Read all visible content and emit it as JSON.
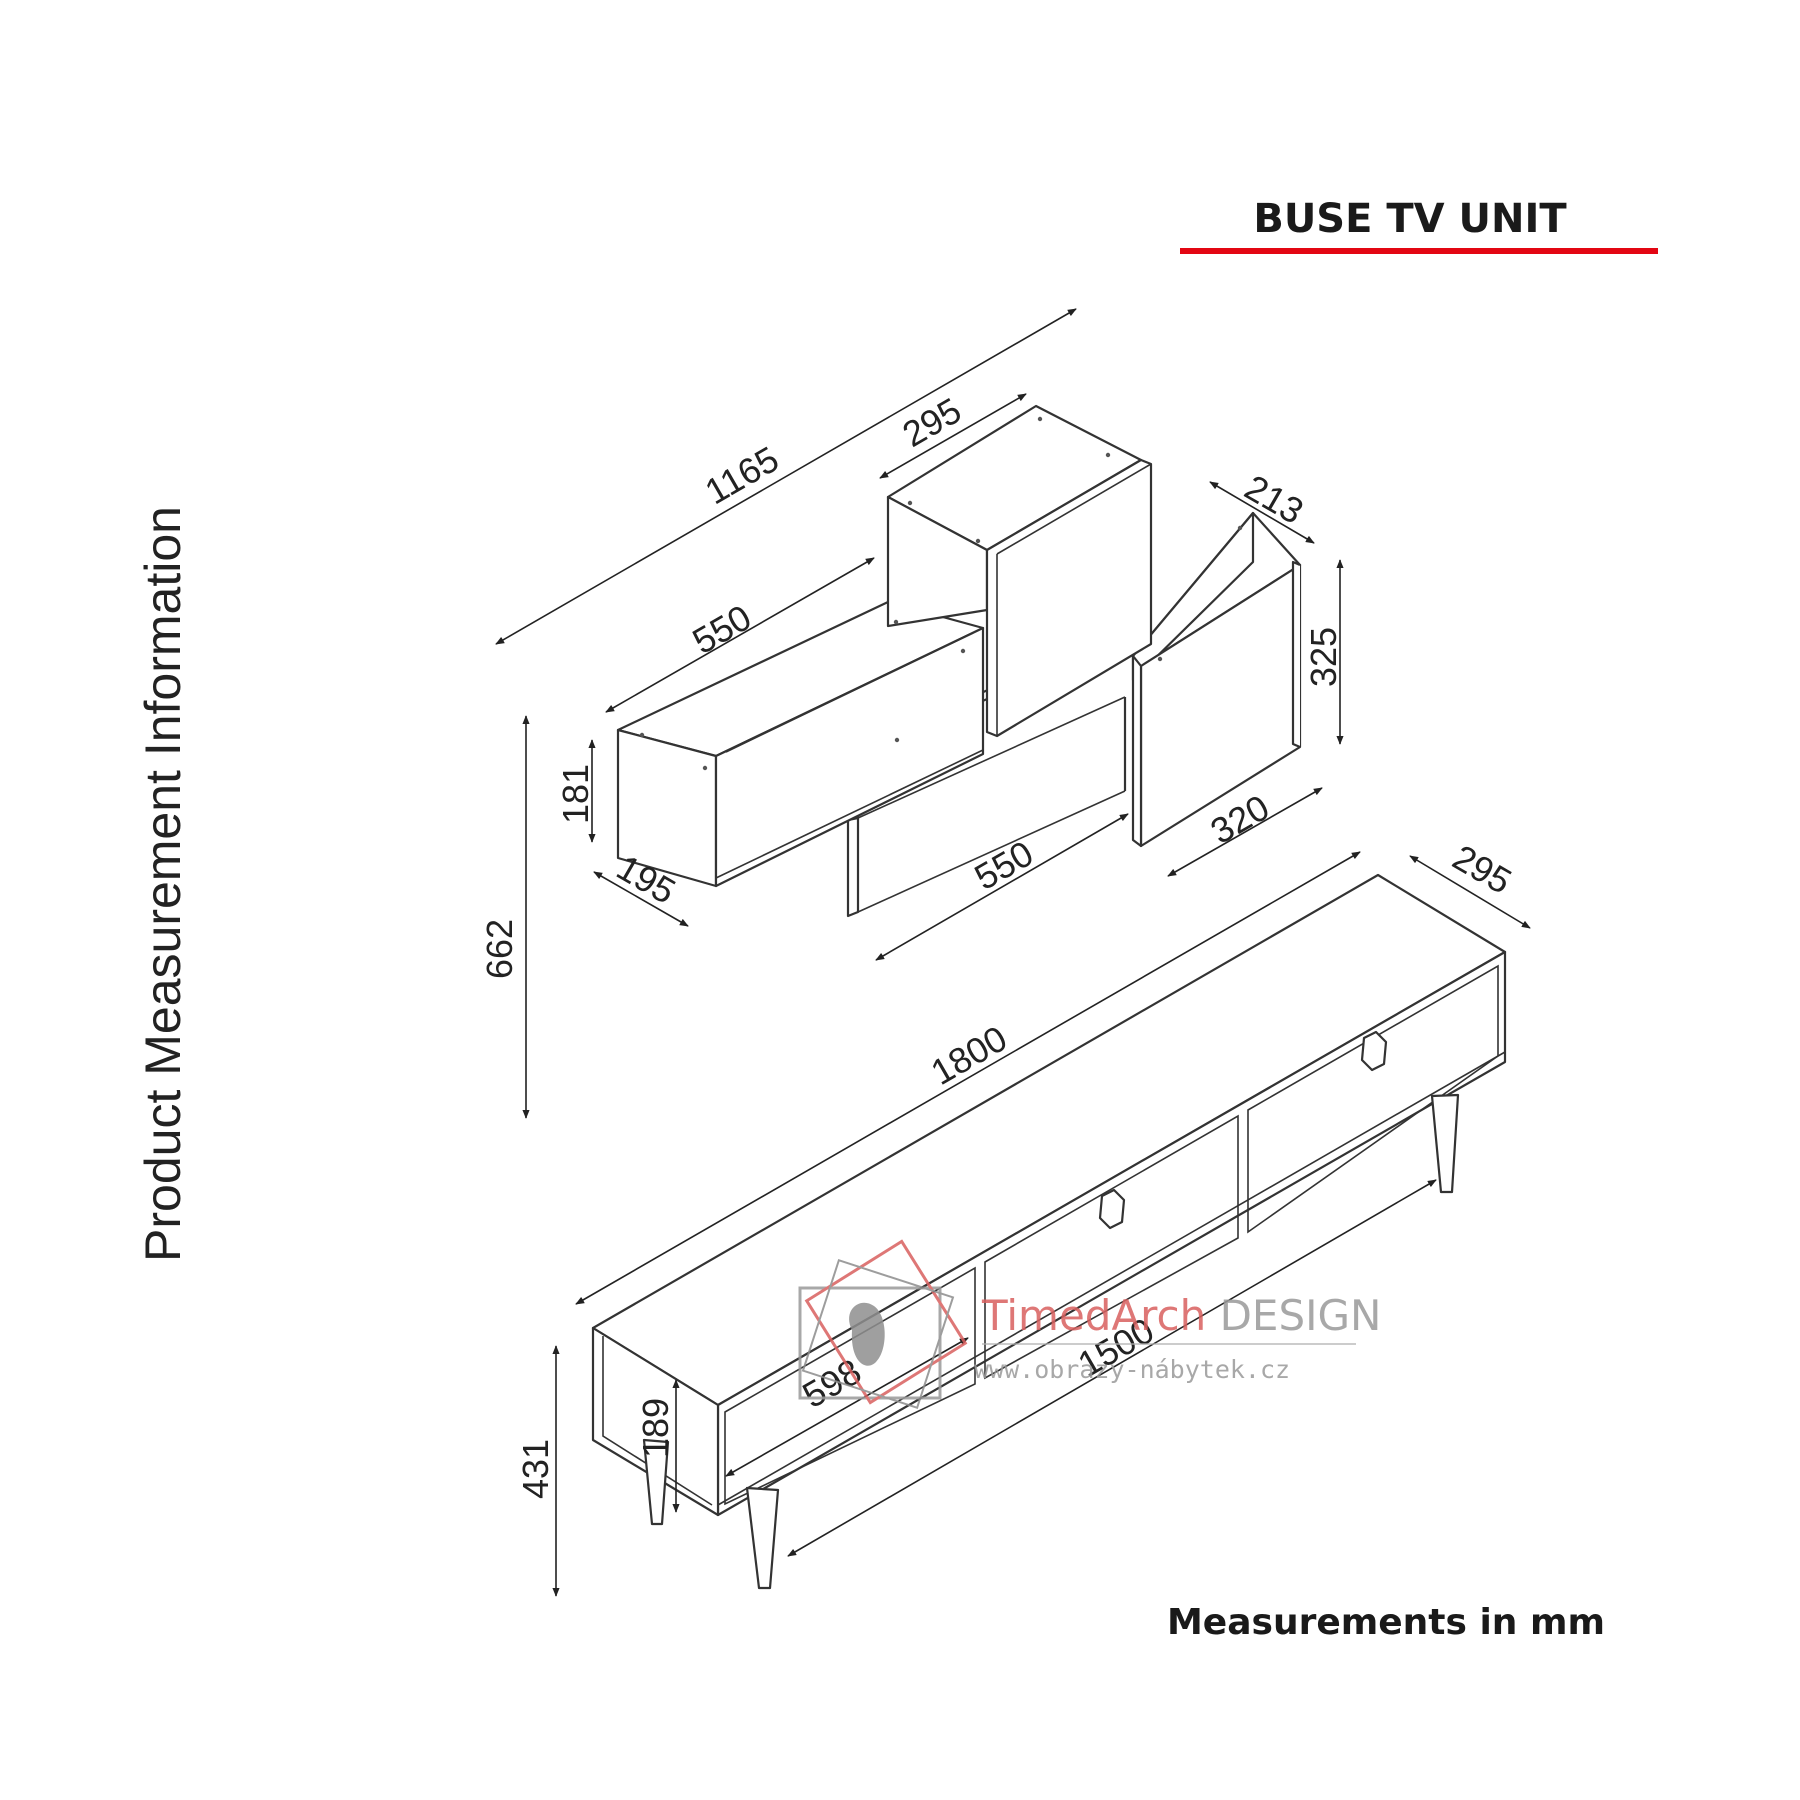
{
  "title": "BUSE TV UNIT",
  "accent_color": "#e30613",
  "side_label": "Product Measurement Information",
  "units_note": "Measurements in mm",
  "watermark": {
    "brand_part1": "TimedArch",
    "brand_part2": " DESIGN",
    "url": "www.obrazy-nábytek.cz",
    "brand_color1": "#d9605f",
    "brand_color2": "#9a9a9a"
  },
  "dimensions": {
    "shelf_total_width": "1165",
    "top_cube_width": "295",
    "right_cube_depth": "213",
    "left_shelf_width": "550",
    "right_cube_height": "325",
    "left_shelf_height": "181",
    "right_cube_width": "320",
    "lower_shelf_width": "550",
    "left_shelf_depth": "195",
    "shelf_total_height": "662",
    "stand_width": "1800",
    "stand_depth": "295",
    "stand_drawer_width": "598",
    "stand_leg_span": "1500",
    "stand_body_height": "189",
    "stand_total_height": "431"
  }
}
